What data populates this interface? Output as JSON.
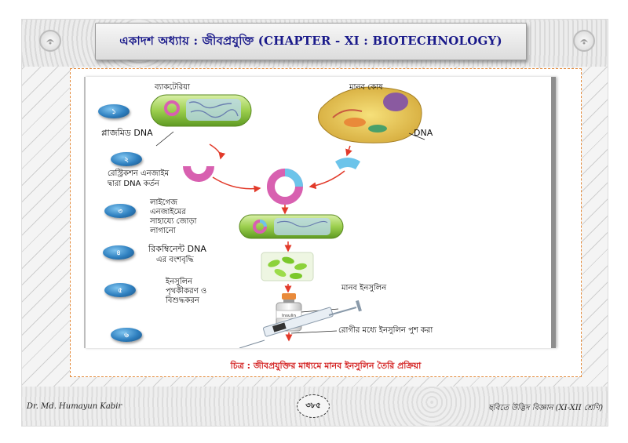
{
  "header": {
    "title": "একাদশ অধ্যায় : জীবপ্রযুক্তি (CHAPTER - XI : BIOTECHNOLOGY)"
  },
  "figure": {
    "labels": {
      "bacteria": "ব্যাকটেরিয়া",
      "human_cell": "মানব কোষ",
      "plasmid_dna": "প্লাজমিড DNA",
      "dna": "DNA",
      "restriction_line1": "রেস্ট্রিকশন এনজাইম",
      "restriction_line2": "দ্বারা DNA কর্তন",
      "ligase_line1": "লাইগেজ",
      "ligase_line2": "এনজাইমের",
      "ligase_line3": "সাহায্যে জোড়া",
      "ligase_line4": "লাগানো",
      "recombinant_line1": "রিকম্বিনেন্ট DNA",
      "recombinant_line2": "এর বংশবৃদ্ধি",
      "insulin_line1": "ইনসুলিন",
      "insulin_line2": "পৃথকীকরণ ও",
      "insulin_line3": "বিশুদ্ধকরন",
      "human_insulin": "মানব ইনসুলিন",
      "push_insulin": "রোগীর মধ্যে ইনসুলিন পুশ করা",
      "vial_label": "Insulin"
    },
    "steps": [
      "১",
      "২",
      "৩",
      "৪",
      "৫",
      "৬"
    ],
    "caption": "চিত্র : জীবপ্রযুক্তির মাধ্যমে মানব ইনসুলিন তৈরি প্রক্রিয়া"
  },
  "footer": {
    "author": "Dr. Md. Humayun Kabir",
    "page_number": "৩৮৫",
    "book": "ছবিতে উদ্ভিদ বিজ্ঞান (XI-XII শ্রেণি)"
  },
  "colors": {
    "title": "#1a1a8a",
    "caption": "#d32020",
    "plasmid": "#d860b0",
    "dna_fragment": "#6cc4ea",
    "arrow": "#e23a2a",
    "frame_border": "#e48a3a"
  }
}
